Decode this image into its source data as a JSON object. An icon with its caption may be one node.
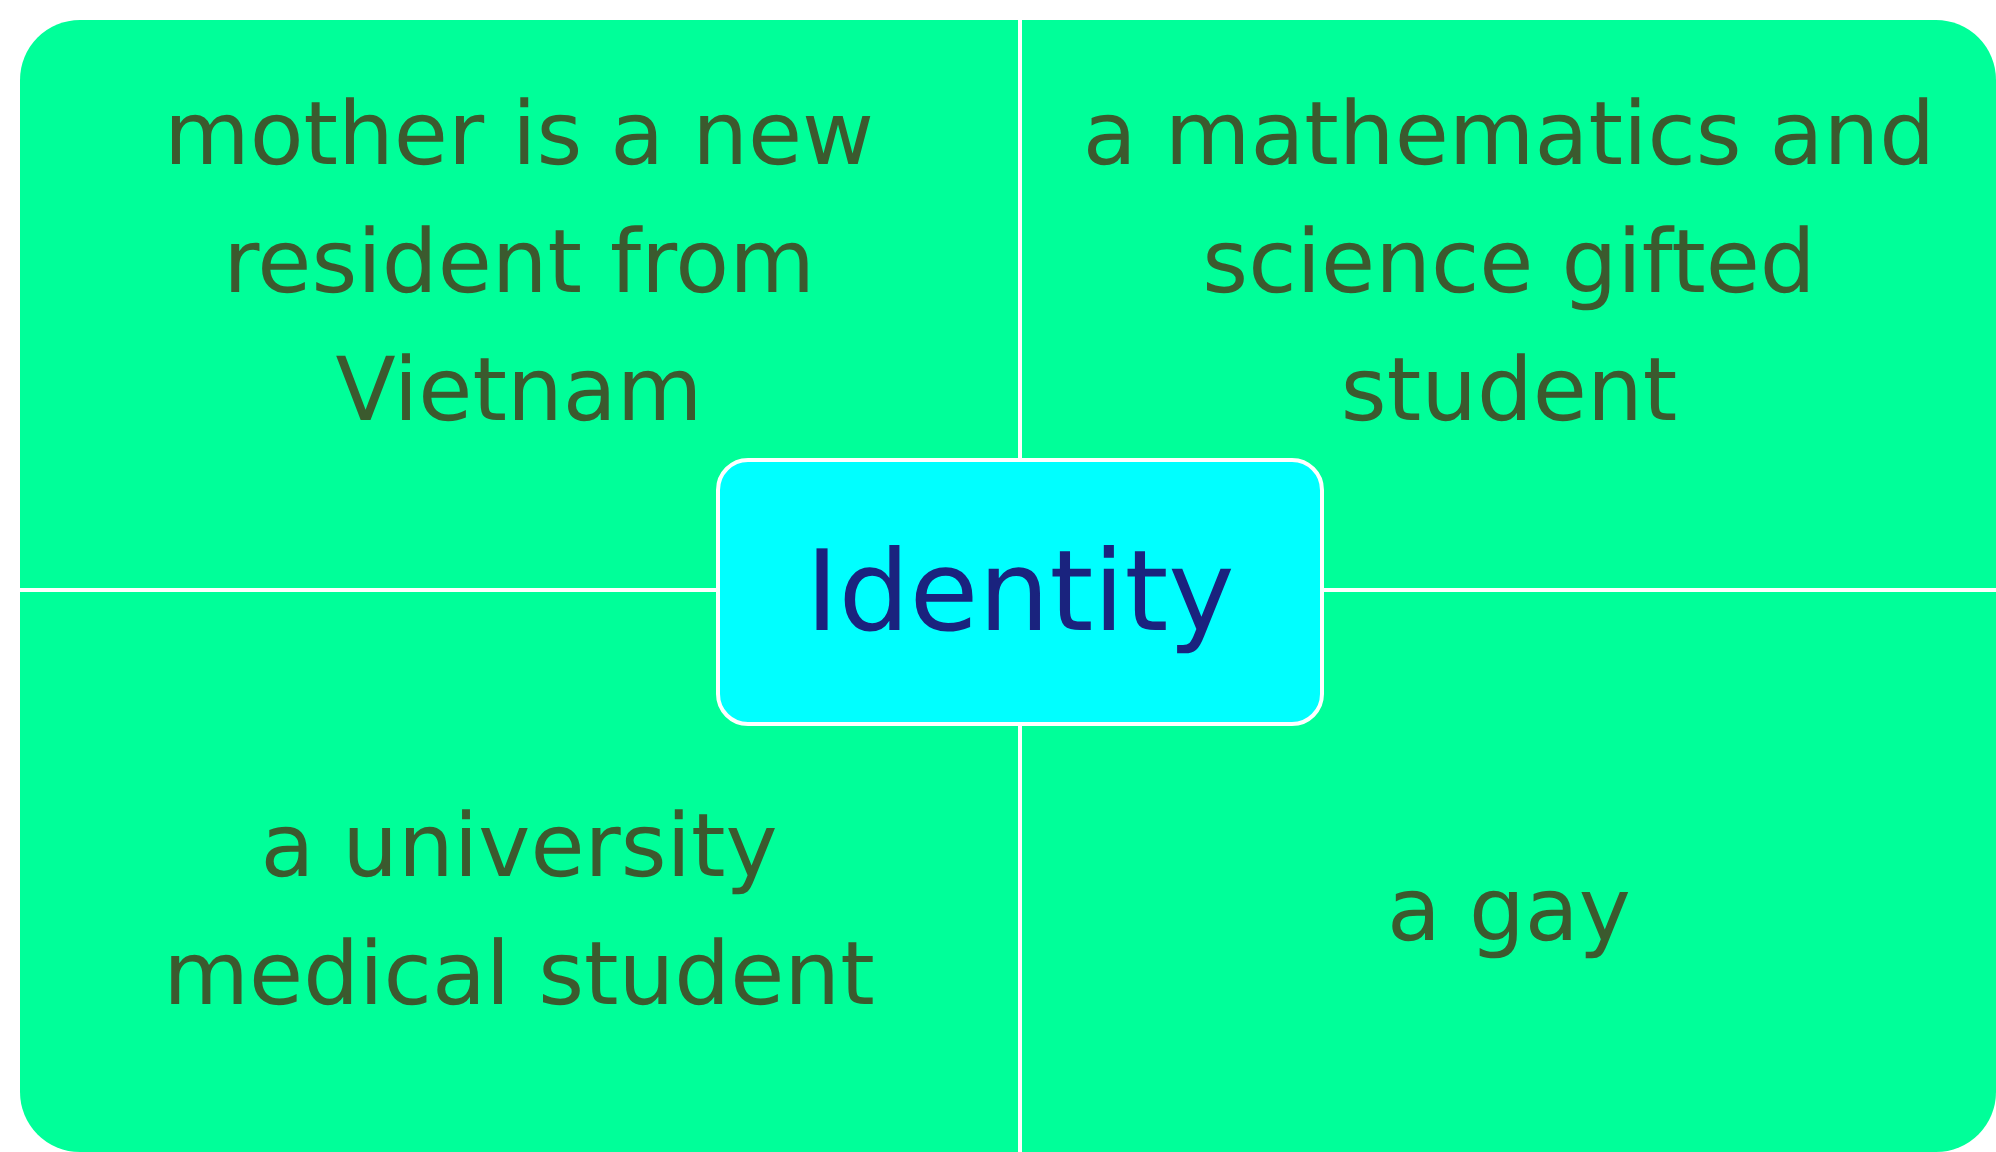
{
  "diagram": {
    "nodes": [
      {
        "text": [
          "mother is a new resident from Vietnam"
        ]
      },
      {
        "text": [
          "a mathematics and science gifted student"
        ]
      },
      {
        "text": [
          "a university medical student"
        ]
      },
      {
        "text": [
          "a gay"
        ]
      },
      {
        "text": [
          "Identity"
        ]
      }
    ]
  }
}
